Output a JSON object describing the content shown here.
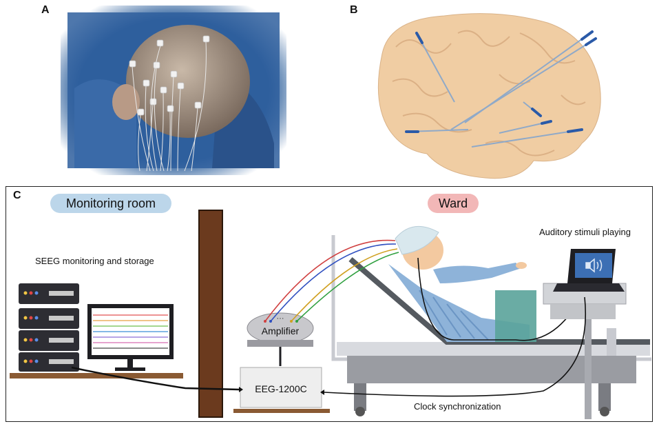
{
  "panels": {
    "a": {
      "letter": "A"
    },
    "b": {
      "letter": "B"
    },
    "c": {
      "letter": "C",
      "monitoring_room": "Monitoring room",
      "ward": "Ward",
      "seeg_label": "SEEG monitoring and storage",
      "auditory_label": "Auditory stimuli playing",
      "amplifier": "Amplifier",
      "amplifier_dots": "···",
      "eeg_device": "EEG-1200C",
      "clock_sync": "Clock synchronization"
    }
  },
  "colors": {
    "monitoring_pill": "#bcd6ea",
    "ward_pill": "#f2b7b7",
    "wall": "#6b3a1e",
    "shelf": "#8a5a33",
    "brain": "#f0cda3",
    "electrode": "#2a5aa8"
  },
  "icons": [
    "server-icon",
    "monitor-icon",
    "laptop-icon",
    "speaker-icon",
    "bed-icon",
    "patient-icon"
  ]
}
